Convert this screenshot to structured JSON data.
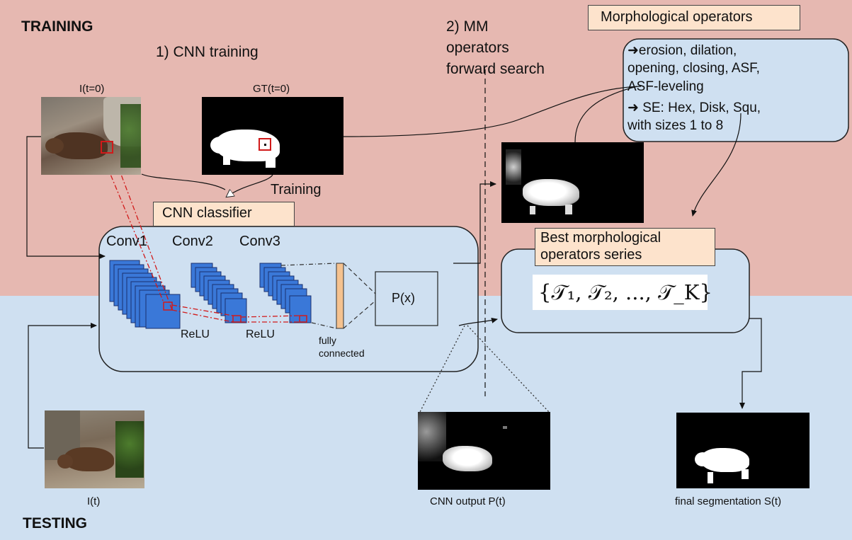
{
  "sections": {
    "training": "TRAINING",
    "testing": "TESTING"
  },
  "step1_title": "1) CNN training",
  "step2_title": [
    "2) MM",
    "operators",
    "forward search"
  ],
  "images": {
    "input_t0": "I(t=0)",
    "gt_t0": "GT(t=0)",
    "input_t": "I(t)",
    "cnn_output": "CNN output P(t)",
    "final_seg": "final segmentation S(t)"
  },
  "training_label": "Training",
  "cnn": {
    "label": "CNN classifier",
    "conv_labels": [
      "Conv1",
      "Conv2",
      "Conv3"
    ],
    "relu_labels": [
      "ReLU",
      "ReLU"
    ],
    "fc_label": [
      "fully",
      "connected"
    ],
    "prob_label": "P(x)"
  },
  "morph": {
    "title": "Morphological operators",
    "lines": [
      "➜erosion, dilation,",
      "opening, closing, ASF,",
      "ASF-leveling",
      "➜ SE: Hex, Disk, Squ,",
      "with sizes 1 to 8"
    ]
  },
  "best": {
    "title": [
      "Best morphological",
      "operators series"
    ],
    "formula": "{𝒯₁, 𝒯₂, ..., 𝒯_K}"
  },
  "colors": {
    "training_bg": "#e6b8b1",
    "testing_bg": "#cfe0f1",
    "box_fill": "#cfe0f1",
    "label_fill": "#fde3cc",
    "conv_blue": "#3a78d8",
    "fc_orange": "#f5c28f",
    "marker_red": "#d11a1a"
  }
}
